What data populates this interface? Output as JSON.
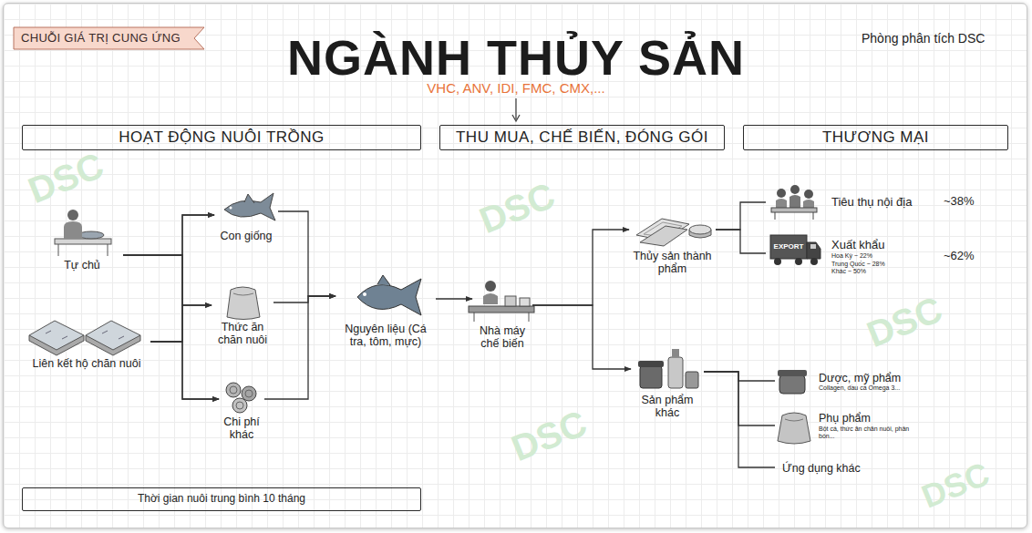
{
  "diagram": {
    "title": "NGÀNH THỦY SẢN",
    "nodes": [
      {
        "text": [
          "CHUỖI GIÁ TRỊ CUNG ỨNG"
        ]
      },
      {
        "text": [
          "HOẠT ĐỘNG NUÔI TRỒNG"
        ]
      },
      {
        "text": [
          "THU MUA, CHẾ BIẾN, ĐÓNG GÓI"
        ]
      },
      {
        "text": [
          "THƯƠNG MẠI"
        ]
      },
      {
        "text": [
          "Tự chủ"
        ]
      },
      {
        "text": [
          "Liên kết hộ chăn nuôi"
        ]
      },
      {
        "text": [
          "Con giống"
        ]
      },
      {
        "text": [
          "Thức ăn chăn nuôi"
        ]
      },
      {
        "text": [
          "Chi phí khác"
        ]
      },
      {
        "text": [
          "Nguyên liệu (Cá tra, tôm, mực)"
        ]
      },
      {
        "text": [
          "Nhà máy chế biến"
        ]
      },
      {
        "text": [
          "Thủy sản thành phẩm"
        ]
      },
      {
        "text": [
          "Sản phẩm khác"
        ]
      },
      {
        "text": [
          "Tiêu thụ nội địa"
        ]
      },
      {
        "text": [
          "Xuất khẩu",
          "Hoa Kỳ ~ 22%",
          "Trung Quốc ~ 28%",
          "Khác ~ 50%"
        ]
      },
      {
        "text": [
          "Dược, mỹ phẩm",
          "Collagen, dầu cá Omega 3..."
        ]
      },
      {
        "text": [
          "Phụ phẩm",
          "Bột cá, thức ăn chăn nuôi, phân bón..."
        ]
      },
      {
        "text": [
          "Ứng dụng khác"
        ]
      },
      {
        "text": [
          "Thời gian nuôi trung bình 10 tháng"
        ]
      }
    ],
    "edges": [
      {
        "from": 4,
        "to": 6,
        "arrow": "to"
      },
      {
        "from": 4,
        "to": 7,
        "arrow": "to"
      },
      {
        "from": 4,
        "to": 8,
        "arrow": "to"
      },
      {
        "from": 5,
        "to": 6,
        "arrow": "to"
      },
      {
        "from": 5,
        "to": 7,
        "arrow": "to"
      },
      {
        "from": 5,
        "to": 8,
        "arrow": "to"
      },
      {
        "from": 6,
        "to": 9,
        "arrow": "to"
      },
      {
        "from": 7,
        "to": 9,
        "arrow": "to"
      },
      {
        "from": 8,
        "to": 9,
        "arrow": "to"
      },
      {
        "from": 9,
        "to": 10,
        "arrow": "to"
      },
      {
        "from": 10,
        "to": 11,
        "arrow": "to"
      },
      {
        "from": 10,
        "to": 12,
        "arrow": "to"
      },
      {
        "from": 11,
        "to": 13,
        "arrow": "none"
      },
      {
        "from": 11,
        "to": 14,
        "arrow": "none"
      },
      {
        "from": 12,
        "to": 15,
        "arrow": "none"
      },
      {
        "from": 12,
        "to": 16,
        "arrow": "none"
      },
      {
        "from": 12,
        "to": 17,
        "arrow": "none"
      }
    ],
    "labels": [
      "Phòng phân tích DSC",
      "VHC, ANV, IDI, FMC, CMX,...",
      "~38%",
      "~62%",
      "EXPORT",
      "DSC",
      "DSC",
      "DSC",
      "DSC",
      "DSC"
    ]
  }
}
